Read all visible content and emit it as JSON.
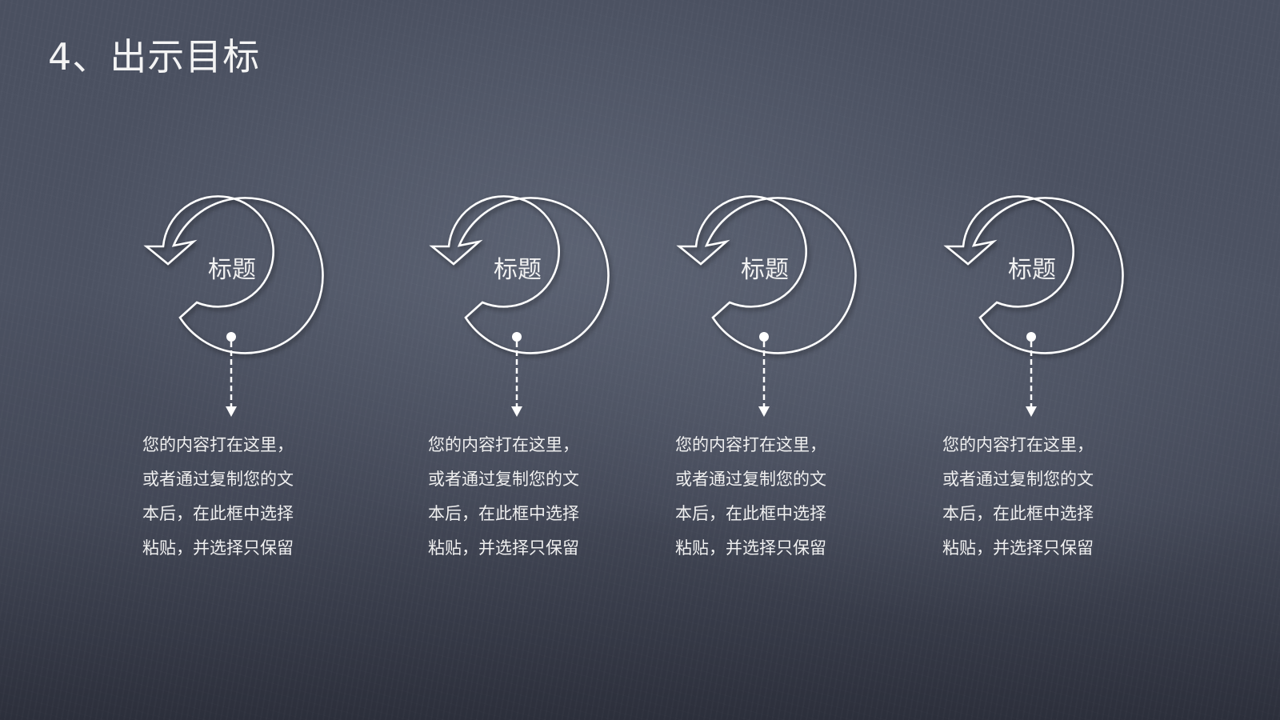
{
  "slide": {
    "title": "4、出示目标",
    "background_color": "#474d5b",
    "accent_color": "#ffffff"
  },
  "steps": [
    {
      "title": "标题",
      "icon": "circular-arrow-icon",
      "lines": [
        "您的内容打在这里，",
        "或者通过复制您的文",
        "本后，在此框中选择",
        "粘贴，并选择只保留"
      ]
    },
    {
      "title": "标题",
      "icon": "circular-arrow-icon",
      "lines": [
        "您的内容打在这里，",
        "或者通过复制您的文",
        "本后，在此框中选择",
        "粘贴，并选择只保留"
      ]
    },
    {
      "title": "标题",
      "icon": "circular-arrow-icon",
      "lines": [
        "您的内容打在这里，",
        "或者通过复制您的文",
        "本后，在此框中选择",
        "粘贴，并选择只保留"
      ]
    },
    {
      "title": "标题",
      "icon": "circular-arrow-icon",
      "lines": [
        "您的内容打在这里，",
        "或者通过复制您的文",
        "本后，在此框中选择",
        "粘贴，并选择只保留"
      ]
    }
  ]
}
